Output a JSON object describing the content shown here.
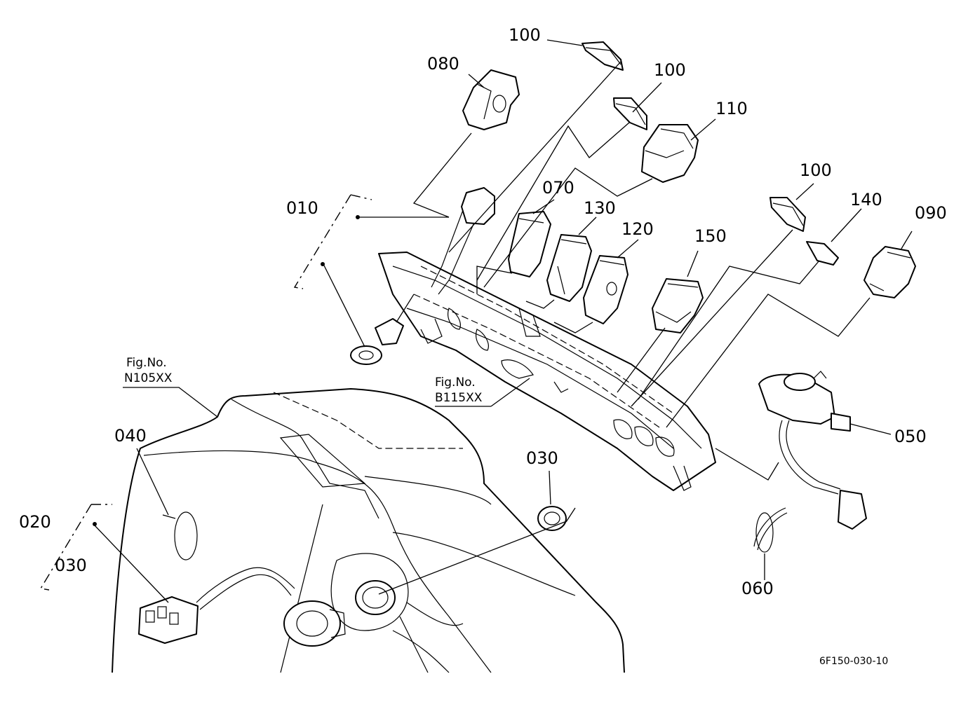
{
  "labels": {
    "p100a": "100",
    "p080": "080",
    "p100b": "100",
    "p110": "110",
    "p070": "070",
    "p130": "130",
    "p120": "120",
    "p150": "150",
    "p100c": "100",
    "p140": "140",
    "p090": "090",
    "p010": "010",
    "p050": "050",
    "p040": "040",
    "p030a": "030",
    "p020": "020",
    "p030b": "030",
    "p060": "060"
  },
  "fig_refs": {
    "ref1_line1": "Fig.No.",
    "ref1_line2": "N105XX",
    "ref2_line1": "Fig.No.",
    "ref2_line2": "B115XX"
  },
  "drawing_code": "6F150-030-10"
}
